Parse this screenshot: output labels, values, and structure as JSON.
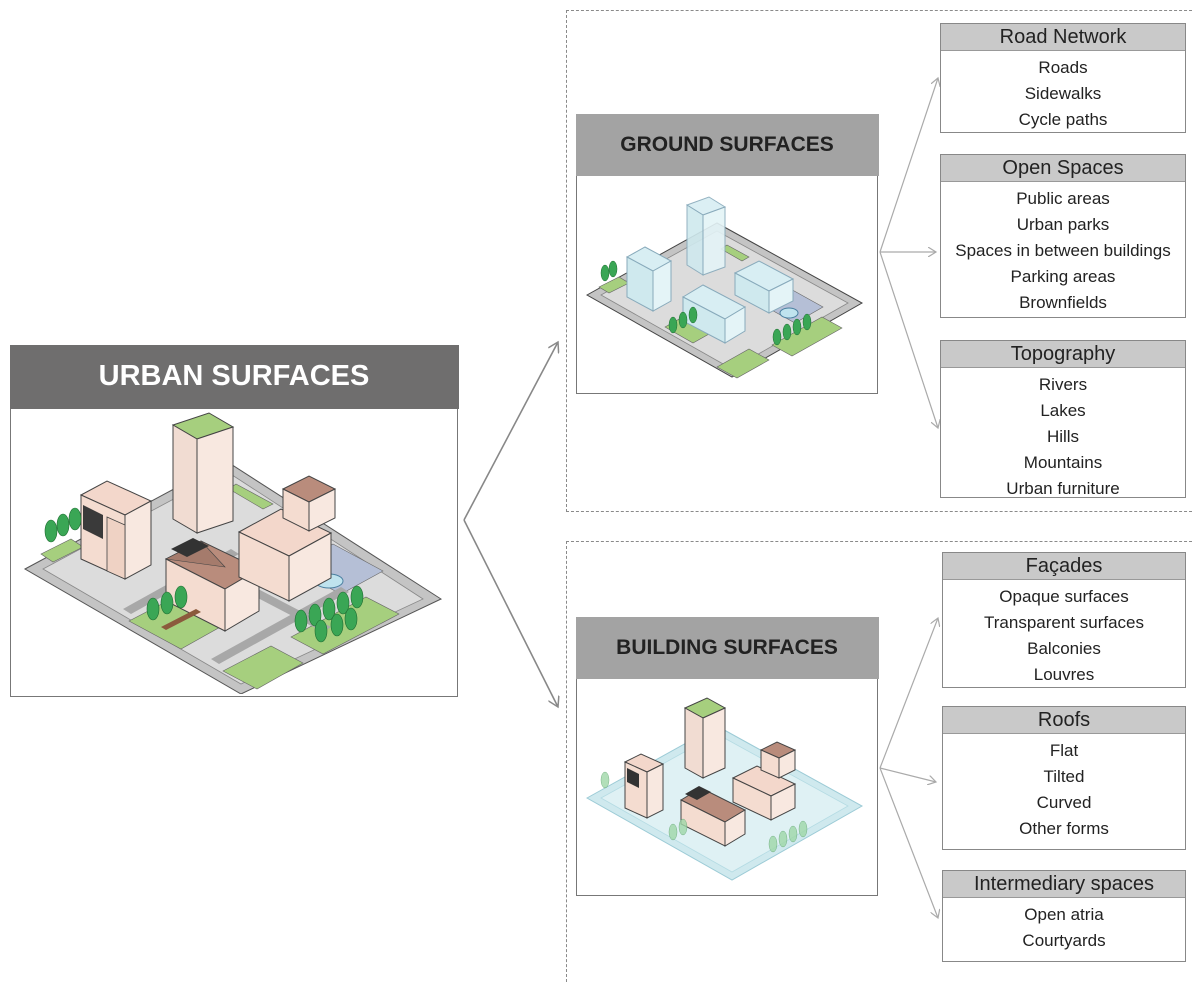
{
  "main": {
    "title": "URBAN SURFACES"
  },
  "ground": {
    "title": "GROUND SURFACES",
    "categories": [
      {
        "title": "Road Network",
        "items": [
          "Roads",
          "Sidewalks",
          "Cycle paths"
        ]
      },
      {
        "title": "Open Spaces",
        "items": [
          "Public areas",
          "Urban parks",
          "Spaces in between buildings",
          "Parking areas",
          "Brownfields"
        ]
      },
      {
        "title": "Topography",
        "items": [
          "Rivers",
          "Lakes",
          "Hills",
          "Mountains",
          "Urban furniture"
        ]
      }
    ]
  },
  "building": {
    "title": "BUILDING SURFACES",
    "categories": [
      {
        "title": "Façades",
        "items": [
          "Opaque surfaces",
          "Transparent surfaces",
          "Balconies",
          "Louvres"
        ]
      },
      {
        "title": "Roofs",
        "items": [
          "Flat",
          "Tilted",
          "Curved",
          "Other forms"
        ]
      },
      {
        "title": "Intermediary spaces",
        "items": [
          "Open atria",
          "Courtyards"
        ]
      }
    ]
  },
  "colors": {
    "header_dark": "#6f6e6e",
    "header_light": "#a3a3a3",
    "category_header": "#c9c9c9",
    "green": "#a6cf7e",
    "building_beige": "#f4dcd0",
    "roof_brown": "#b98c7c",
    "glass_blue": "#cfe9ee",
    "water_blue": "#bfe3ee"
  }
}
